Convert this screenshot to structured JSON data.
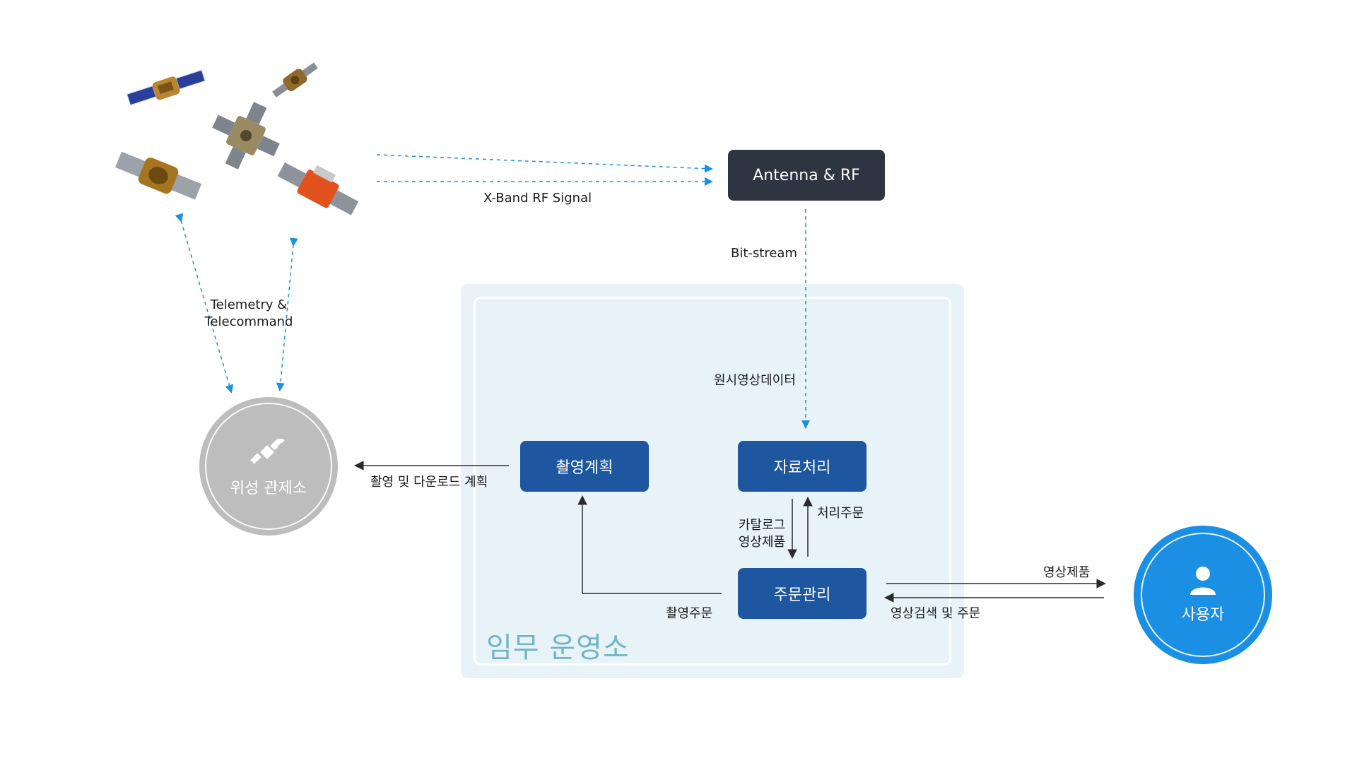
{
  "operations_center": {
    "title": "임무 운영소"
  },
  "nodes": {
    "antenna": "Antenna & RF",
    "processing": "자료처리",
    "planning": "촬영계획",
    "order": "주문관리",
    "control": "위성 관제소",
    "user": "사용자"
  },
  "labels": {
    "xband": "X-Band RF Signal",
    "bitstream": "Bit-stream",
    "raw_image": "원시영상데이터",
    "telemetry_line1": "Telemetry &",
    "telemetry_line2": "Telecommand",
    "plan_download": "촬영 및 다운로드 계획",
    "catalog_line1": "카탈로그",
    "catalog_line2": "영상제품",
    "processing_order": "처리주문",
    "shoot_order": "촬영주문",
    "image_product": "영상제품",
    "image_search_order": "영상검색 및 주문"
  },
  "icons": {
    "control": "satellite-icon",
    "user": "person-icon",
    "satellites": [
      "satellite-image-1",
      "satellite-image-2",
      "satellite-image-3",
      "satellite-image-4",
      "satellite-image-5"
    ]
  },
  "colors": {
    "blue_box": "#1e56a0",
    "dark_box": "#2d3442",
    "ops_background": "#e8f3f8",
    "ops_title": "#6fb5c6",
    "control_circle": "#bdbdbd",
    "user_circle": "#1a8fe3",
    "dashed_arrow": "#1a8fe3"
  }
}
